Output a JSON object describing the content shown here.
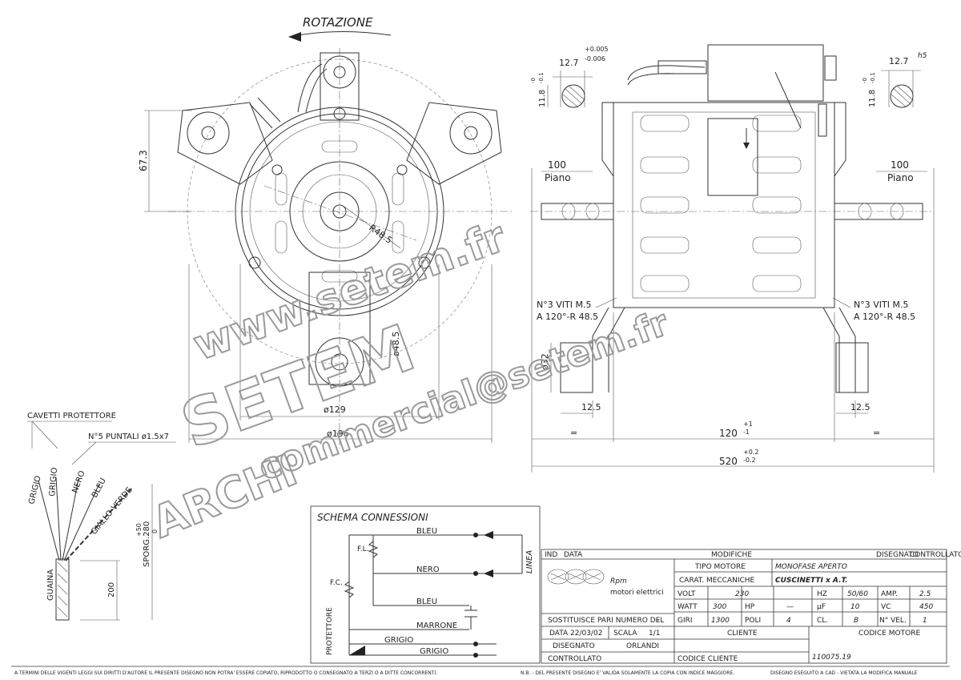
{
  "drawing": {
    "rotation_label": "ROTAZIONE",
    "front_view": {
      "dim_67_3": "67.3",
      "radius_label": "R48.5",
      "dia_129": "ø129",
      "dia_196": "ø196",
      "dia_48_5": "ø48.5"
    },
    "side_view": {
      "shaft_dia": "12.7",
      "shaft_tol_top": "+0.005",
      "shaft_tol_bottom": "-0.006",
      "flat_dim": "11.8",
      "flat_tol_top": "-0",
      "flat_tol_bottom": "-0.1",
      "shaft_tol_right": "h5",
      "plane_left_value": "100",
      "plane_left_label": "Piano",
      "plane_right_value": "100",
      "plane_right_label": "Piano",
      "screws_left_line1": "N°3 VITI M.5",
      "screws_left_line2": "A 120°-R 48.5",
      "screws_right_line1": "N°3 VITI M.5",
      "screws_right_line2": "A 120°-R 48.5",
      "dia_32": "ø32",
      "dim_12_5_left": "12.5",
      "dim_12_5_right": "12.5",
      "dim_eq_left": "=",
      "dim_eq_right": "=",
      "dim_120": "120",
      "dim_120_tol_top": "+1",
      "dim_120_tol_bottom": "-1",
      "dim_520": "520",
      "dim_520_tol_top": "+0.2",
      "dim_520_tol_bottom": "-0.2"
    },
    "cables": {
      "protectors_label": "CAVETTI PROTETTORE",
      "terminals_label": "N°5 PUNTALI ø1.5x7",
      "wires": [
        "GRIGIO",
        "GRIGIO",
        "NERO",
        "BLEU",
        "GIALLO-VERDE"
      ],
      "sheath_label": "GUAINA",
      "length_value": "200",
      "overhang_label": "SPORG.280",
      "overhang_tol_top": "+50",
      "overhang_tol_bottom": "0"
    },
    "archive_stamp": "ARCHI"
  },
  "schema": {
    "title": "SCHEMA CONNESSIONI",
    "line_label": "LINEA",
    "fl_label": "F.L.",
    "fc_label": "F.C.",
    "protector_label": "PROTETTORE",
    "wires": [
      "BLEU",
      "NERO",
      "BLEU",
      "MARRONE",
      "GRIGIO",
      "GRIGIO"
    ]
  },
  "title_block": {
    "header_ind": "IND",
    "header_data": "DATA",
    "header_modifiche": "MODIFICHE",
    "header_disegnato": "DISEGNATO",
    "header_controllato": "CONTROLLATO",
    "brand_name": "Rpm",
    "brand_sub": "motori elettrici",
    "tipo_motore_label": "TIPO MOTORE",
    "tipo_motore_value": "MONOFASE APERTO",
    "carat_label": "CARAT. MECCANICHE",
    "carat_value": "CUSCINETTI x A.T.",
    "volt_label": "VOLT",
    "volt_value": "230",
    "hz_label": "HZ",
    "hz_value": "50/60",
    "amp_label": "AMP.",
    "amp_value": "2.5",
    "watt_label": "WATT",
    "watt_value": "300",
    "hp_label": "HP",
    "hp_value": "—",
    "uf_label": "µF",
    "uf_value": "10",
    "vc_label": "VC",
    "vc_value": "450",
    "giri_label": "GIRI",
    "giri_value": "1300",
    "poli_label": "POLI",
    "poli_value": "4",
    "cl_label": "CL.",
    "cl_value": "B",
    "nvel_label": "N° VEL.",
    "nvel_value": "1",
    "sostituisce_label": "SOSTITUISCE PARI NUMERO DEL",
    "sostituisce_value": "-",
    "data_label": "DATA",
    "data_value": "22/03/02",
    "scala_label": "SCALA",
    "scala_value": "1/1",
    "disegnato_label": "DISEGNATO",
    "disegnato_value": "ORLANDI",
    "controllato_label": "CONTROLLATO",
    "cliente_label": "CLIENTE",
    "codice_cliente_label": "CODICE CLIENTE",
    "codice_motore_label": "CODICE MOTORE",
    "codice_motore_value": "110075.19"
  },
  "footer": {
    "left": "A TERMINI DELLE VIGENTI LEGGI SUI DIRITTI D'AUTORE IL PRESENTE DISEGNO NON POTRA' ESSERE COPIATO, RIPRODOTTO O CONSEGNATO A TERZI O A DITTE CONCORRENTI.",
    "middle": "N.B. - DEL PRESENTE DISEGNO E' VALIDA SOLAMENTE LA COPIA CON INDICE MAGGIORE.",
    "right": "DISEGNO ESEGUITO A CAD - VIETATA LA MODIFICA MANUALE"
  },
  "watermark": {
    "url": "www.setem.fr",
    "brand": "SETEM",
    "email": "commercial@setem.fr"
  }
}
